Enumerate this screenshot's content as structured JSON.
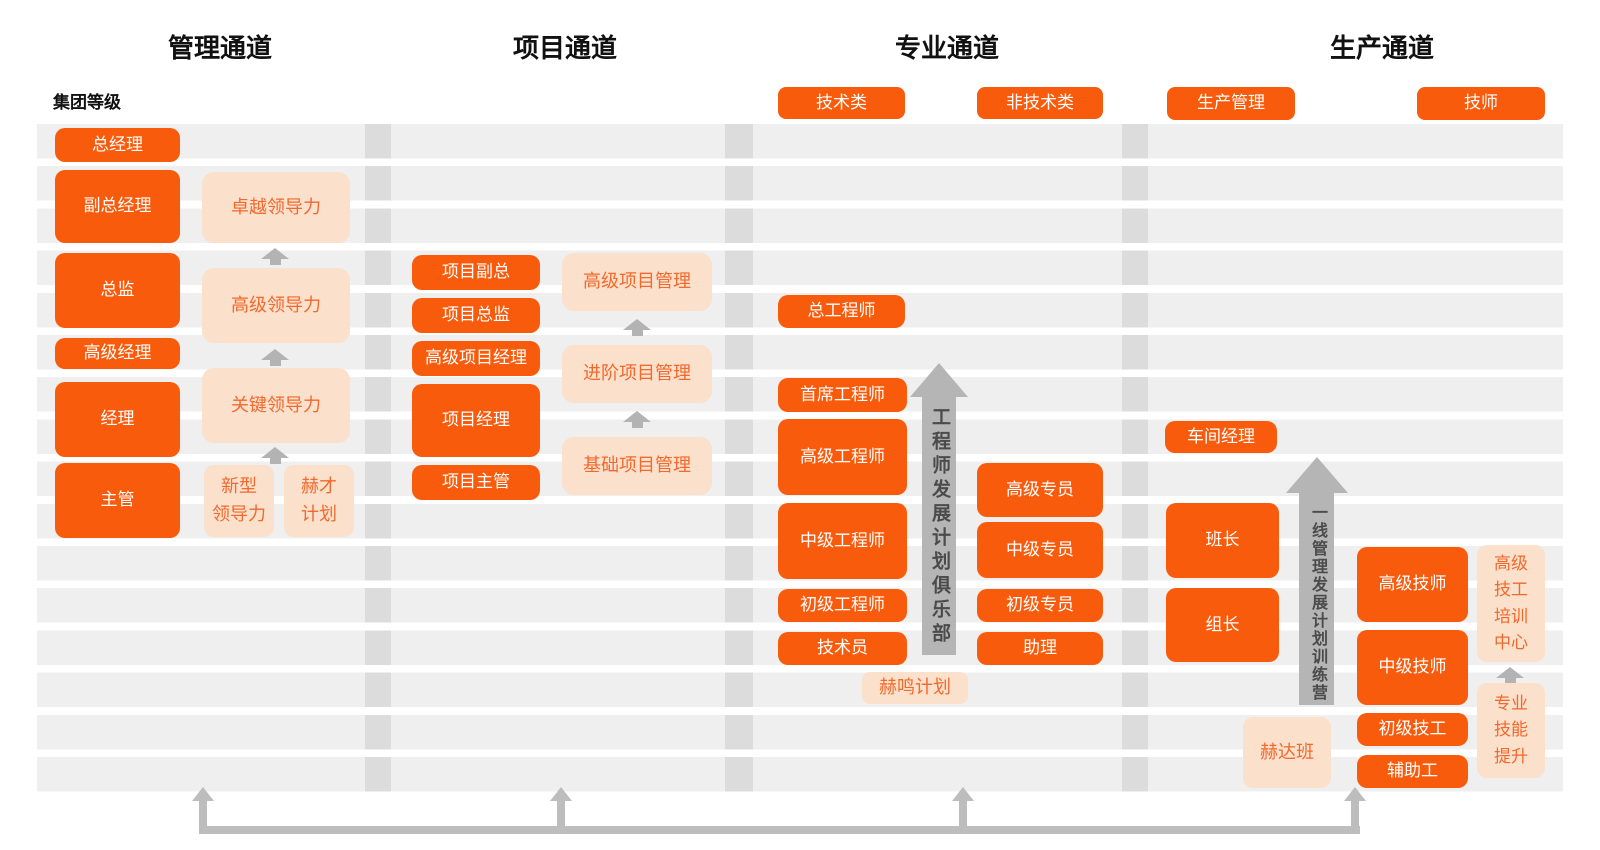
{
  "colors": {
    "solid_box": "#F95B0D",
    "light_box_bg": "#FBE0CB",
    "light_box_text": "#F2692E",
    "stripe": "#EFEFEF",
    "divider": "#DCDCDC",
    "arrow_gray": "#B5B5B5",
    "arrow_text": "#4B4B4B",
    "connector": "#BDBDBD",
    "header_text": "#111111"
  },
  "group_level_label": "集团等级",
  "channels": {
    "management": {
      "title": "管理通道",
      "levels": {
        "general_manager": "总经理",
        "deputy_general_manager": "副总经理",
        "director": "总监",
        "senior_manager": "高级经理",
        "manager": "经理",
        "supervisor": "主管"
      },
      "programs": {
        "excellent_leadership": "卓越领导力",
        "senior_leadership": "高级领导力",
        "key_leadership": "关键领导力",
        "new_leadership": "新型\n领导力",
        "hecai_plan": "赫才\n计划"
      }
    },
    "project": {
      "title": "项目通道",
      "levels": {
        "project_vp": "项目副总",
        "project_director": "项目总监",
        "senior_project_manager": "高级项目经理",
        "project_manager": "项目经理",
        "project_supervisor": "项目主管"
      },
      "programs": {
        "advanced_pm": "高级项目管理",
        "intermediate_pm": "进阶项目管理",
        "basic_pm": "基础项目管理"
      }
    },
    "professional": {
      "title": "专业通道",
      "tracks": {
        "technical": "技术类",
        "non_technical": "非技术类"
      },
      "levels_technical": {
        "chief_engineer": "总工程师",
        "principal_engineer": "首席工程师",
        "senior_engineer": "高级工程师",
        "intermediate_engineer": "中级工程师",
        "junior_engineer": "初级工程师",
        "technician": "技术员"
      },
      "levels_non_technical": {
        "senior_specialist": "高级专员",
        "intermediate_specialist": "中级专员",
        "junior_specialist": "初级专员",
        "assistant": "助理"
      },
      "club_arrow_label": "工程师发展计划俱乐部",
      "program_heming": "赫鸣计划"
    },
    "production": {
      "title": "生产通道",
      "tracks": {
        "production_management": "生产管理",
        "technician": "技师"
      },
      "levels_management": {
        "workshop_manager": "车间经理",
        "team_leader": "班长",
        "group_leader": "组长"
      },
      "levels_technician": {
        "senior_technician": "高级技师",
        "intermediate_technician": "中级技师",
        "junior_worker": "初级技工",
        "auxiliary_worker": "辅助工"
      },
      "camp_arrow_label": "一线管理发展计划训练营",
      "programs": {
        "heda_class": "赫达班",
        "training_center": "高级\n技工\n培训\n中心",
        "skill_upgrade": "专业\n技能\n提升"
      }
    }
  }
}
